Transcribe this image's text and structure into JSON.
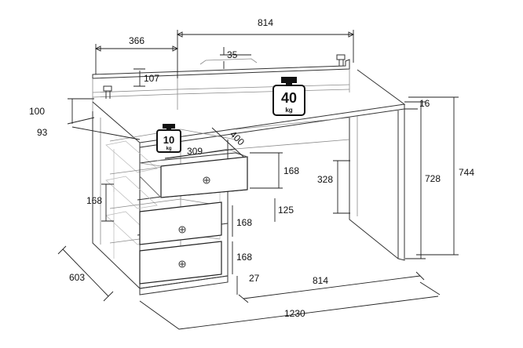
{
  "dimensions": {
    "top_width": "814",
    "shelf_width": "366",
    "hutch_notch": "35",
    "hutch_height": "107",
    "top_thickness": "16",
    "shelf_h100": "100",
    "shelf_d93": "93",
    "drawer_width": "309",
    "drawer_depth": "400",
    "drawer_h_right": "168",
    "drawer_h_left": "168",
    "drawer_h_mid": "168",
    "drawer_h_bottom": "168",
    "drawer_gap": "125",
    "leg_opening": "328",
    "height_desk": "728",
    "height_total": "744",
    "depth": "603",
    "plinth": "27",
    "base_width": "814",
    "total_width": "1230"
  },
  "weights": {
    "top_load_value": "40",
    "top_load_unit": "kg",
    "drawer_load_value": "10",
    "drawer_load_unit": "kg"
  }
}
